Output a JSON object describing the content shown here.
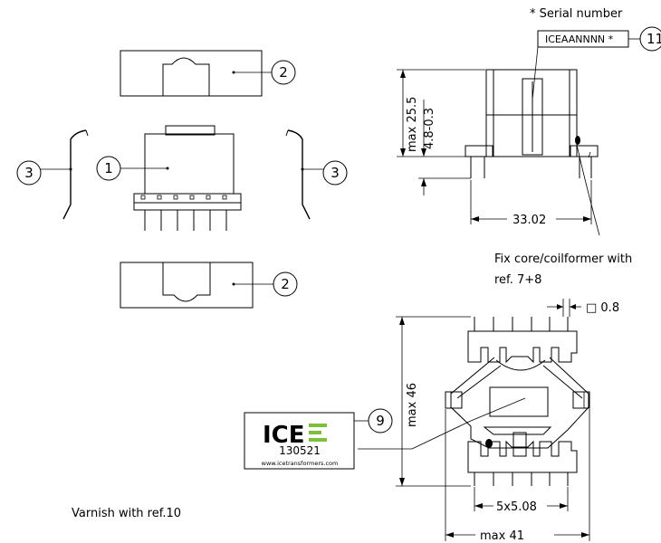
{
  "annotations": {
    "serial_number": "* Serial number",
    "serial_code": "ICEAANNNN  *",
    "fix_note_line1": "Fix core/coilformer with",
    "fix_note_line2": "ref. 7+8",
    "varnish_note": "Varnish with ref.10"
  },
  "dimensions": {
    "height_max": "max 25.5",
    "pin_offset": "4.8-0.3",
    "pin_spacing_span": "33.02",
    "pin_square": "□ 0.8",
    "body_length": "max 46",
    "pin_pitch": "5x5.08",
    "body_width": "max 41"
  },
  "bubbles": {
    "coilformer": "1",
    "core_top": "2",
    "core_bottom": "2",
    "clip_left": "3",
    "clip_right": "3",
    "label_ref": "9",
    "serial_ref": "11"
  },
  "label": {
    "brand": "ICE",
    "date_code": "130521",
    "website": "www.icetransformers.com",
    "brand_color": "#7bbf3a"
  }
}
